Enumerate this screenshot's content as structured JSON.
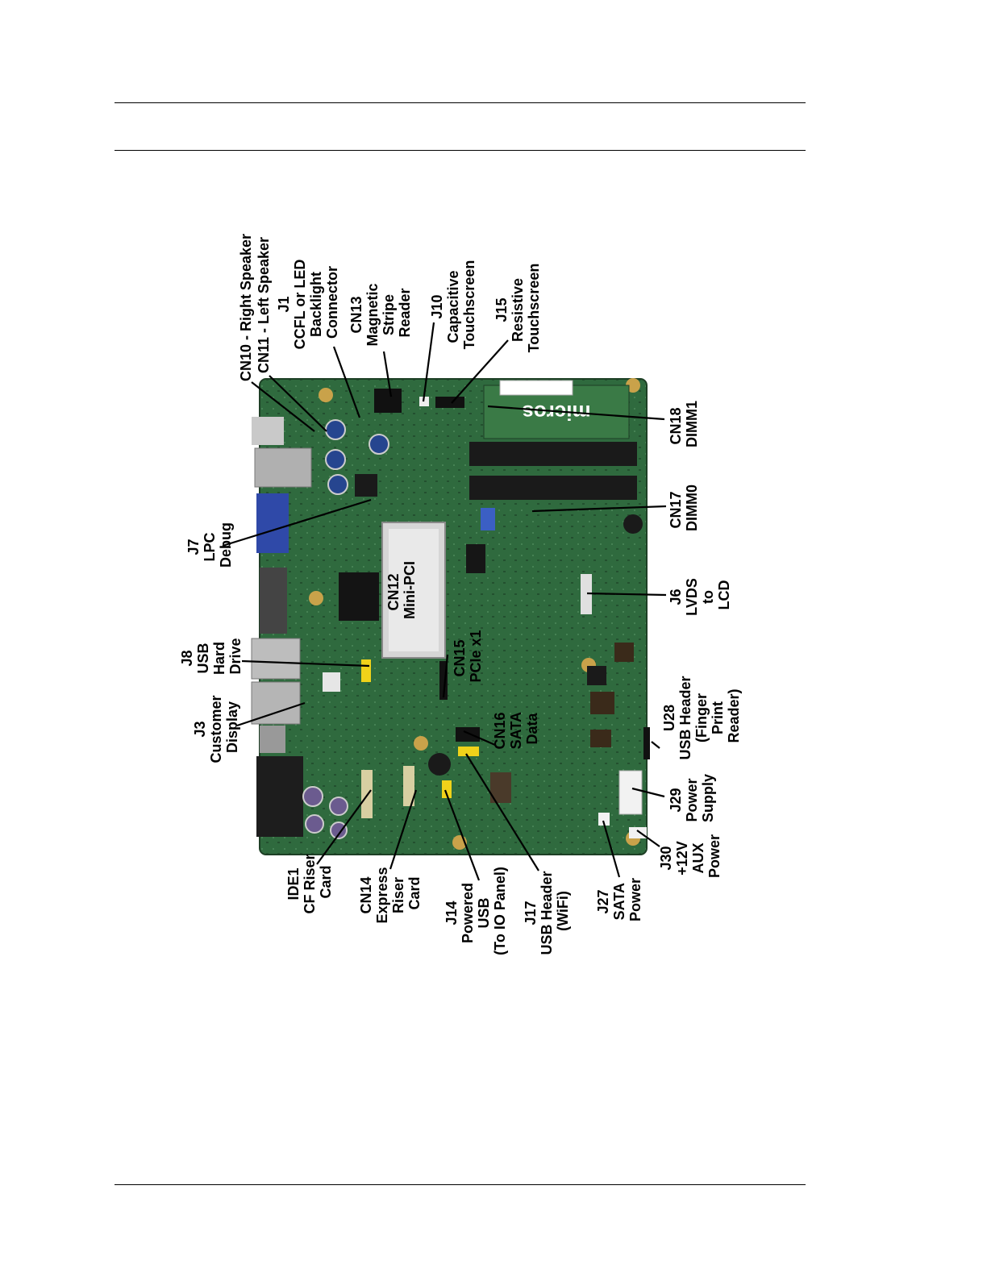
{
  "figure": {
    "logo_text": "micros",
    "labels": {
      "cn10": [
        "CN10 - Right Speaker"
      ],
      "cn11": [
        "CN11 - Left Speaker"
      ],
      "j1": [
        "J1",
        "CCFL or LED",
        "Backlight",
        "Connector"
      ],
      "cn13": [
        "CN13",
        "Magnetic",
        "Stripe",
        "Reader"
      ],
      "j10": [
        "J10",
        "Capacitive",
        "Touchscreen"
      ],
      "j15": [
        "J15",
        "Resistive",
        "Touchscreen"
      ],
      "j7": [
        "J7",
        "LPC",
        "Debug"
      ],
      "cn12": [
        "CN12",
        "Mini-PCI"
      ],
      "cn15": [
        "CN15",
        "PCIe x1"
      ],
      "j8": [
        "J8",
        "USB",
        "Hard",
        "Drive"
      ],
      "j3": [
        "J3",
        "Customer",
        "Display"
      ],
      "cn16": [
        "CN16",
        "SATA",
        "Data"
      ],
      "ide1": [
        "IDE1",
        "CF Riser",
        "Card"
      ],
      "cn14": [
        "CN14",
        "Express",
        "Riser",
        "Card"
      ],
      "j14": [
        "J14",
        "Powered",
        "USB",
        "(To IO Panel)"
      ],
      "j17": [
        "J17",
        "USB Header",
        "(WiFi)"
      ],
      "j27": [
        "J27",
        "SATA",
        "Power"
      ],
      "cn18": [
        "CN18",
        "DIMM1"
      ],
      "cn17": [
        "CN17",
        "DIMM0"
      ],
      "j6": [
        "J6",
        "LVDS",
        "to",
        "LCD"
      ],
      "u28": [
        "U28",
        "USB Header",
        "(Finger",
        "Print",
        "Reader)"
      ],
      "j29": [
        "J29",
        "Power",
        "Supply"
      ],
      "j30": [
        "J30",
        "+12V",
        "AUX",
        "Power"
      ]
    }
  }
}
